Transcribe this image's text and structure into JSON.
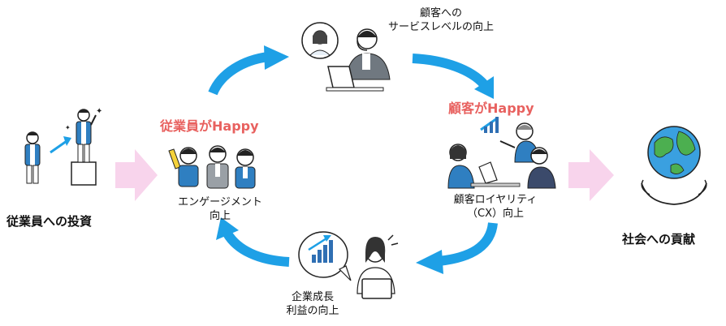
{
  "left_label": "従業員への投資",
  "right_label": "社会への貢献",
  "happy_employee": "従業員がHappy",
  "happy_customer": "顧客がHappy",
  "cycle": {
    "engagement": "エンゲージメント\n向上",
    "service": "顧客への\nサービスレベルの向上",
    "loyalty": "顧客ロイヤリティ\n（CX）向上",
    "growth": "企業成長\n利益の向上"
  },
  "colors": {
    "arrow_blue": "#1ea0e6",
    "arrow_pink": "#f8d4ec",
    "happy_red": "#e8615f",
    "shirt_blue": "#2f7fc1",
    "chart_blue": "#2f6fb3",
    "globe_green": "#4caf50"
  }
}
